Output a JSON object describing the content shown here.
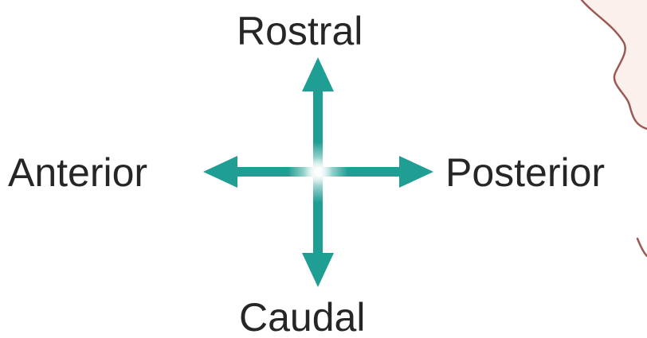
{
  "directions": {
    "rostral": "Rostral",
    "caudal": "Caudal",
    "anterior": "Anterior",
    "posterior": "Posterior"
  },
  "colors": {
    "arrow": "#1f9e93",
    "arrow_center": "#ffffff",
    "skin_fill": "#fbf0ec",
    "skin_outline": "#9a5a52",
    "text": "#262626"
  }
}
